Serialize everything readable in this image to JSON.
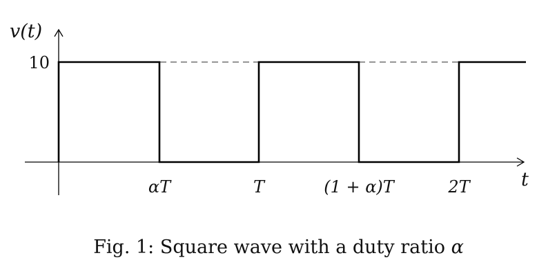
{
  "diagram": {
    "y_axis_label": "v(t)",
    "x_axis_label": "t",
    "y_tick_label": "10",
    "x_tick_labels": [
      "αT",
      "T",
      "(1 + α)T",
      "2T"
    ]
  },
  "caption": {
    "prefix": "Fig. 1: Square wave with a duty ratio",
    "symbol": "α"
  },
  "colors": {
    "wave": "#000000",
    "axes": "#000000",
    "dashed": "#555555"
  }
}
